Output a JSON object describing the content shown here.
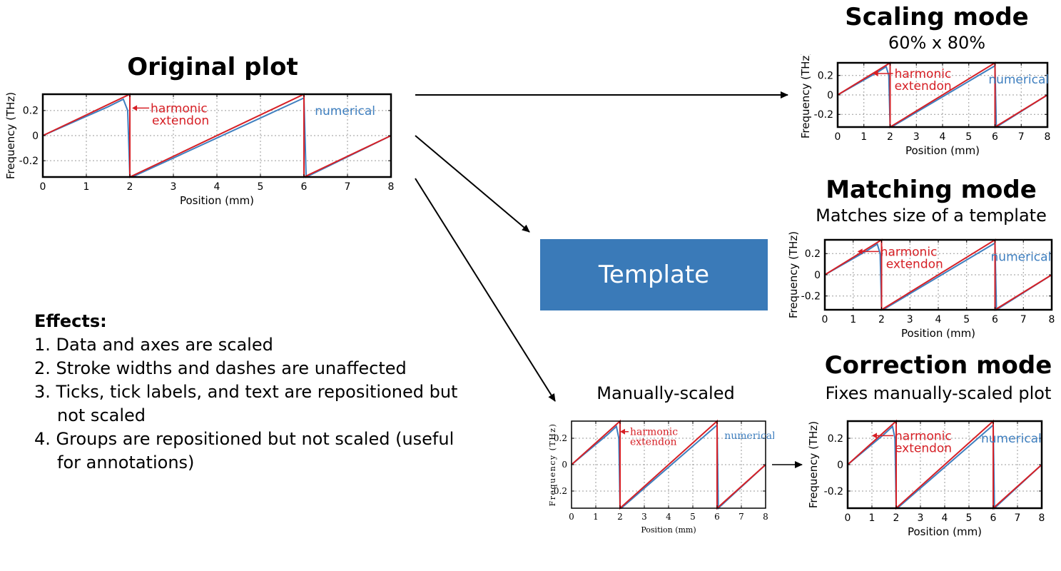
{
  "sections": {
    "original": {
      "title": "Original plot"
    },
    "scaling": {
      "title": "Scaling mode",
      "subtitle": "60% x 80%"
    },
    "matching": {
      "title": "Matching mode",
      "subtitle": "Matches size of a template"
    },
    "correction": {
      "title": "Correction mode",
      "subtitle": "Fixes manually-scaled plot"
    },
    "manual": {
      "title": "Manually-scaled"
    },
    "template": {
      "label": "Template"
    }
  },
  "effects": {
    "heading": "Effects:",
    "items": [
      "1. Data and axes are scaled",
      "2. Stroke widths and dashes are unaffected",
      "3. Ticks, tick labels, and text are repositioned but not scaled",
      "4. Groups are repositioned but not scaled (useful for annotations)"
    ]
  },
  "colors": {
    "harmonic": "#d62026",
    "numerical": "#3f7fbf",
    "template": "#3a7ab8"
  },
  "chart_data": [
    {
      "type": "line",
      "name": "original",
      "xlabel": "Position (mm)",
      "ylabel": "Frequency (THz)",
      "xlim": [
        0,
        8
      ],
      "ylim": [
        -0.33,
        0.33
      ],
      "xticks": [
        0,
        1,
        2,
        3,
        4,
        5,
        6,
        7,
        8
      ],
      "yticks": [
        0.2,
        0,
        -0.2
      ],
      "ytick_labels": [
        "0.2",
        "0",
        "-0.2"
      ],
      "grid": true,
      "series": [
        {
          "name": "harmonic extendon",
          "x": [
            0,
            2,
            2,
            6,
            6,
            8
          ],
          "y": [
            0,
            0.33,
            -0.33,
            0.33,
            -0.33,
            0
          ]
        },
        {
          "name": "numerical",
          "x": [
            0,
            1.5,
            1.85,
            1.95,
            2,
            2.05,
            6,
            6.05,
            8
          ],
          "y": [
            0,
            0.23,
            0.29,
            0.2,
            -0.33,
            -0.33,
            0.3,
            -0.33,
            0
          ]
        }
      ],
      "annotations": [
        "harmonic",
        "extendon",
        "numerical"
      ]
    }
  ]
}
